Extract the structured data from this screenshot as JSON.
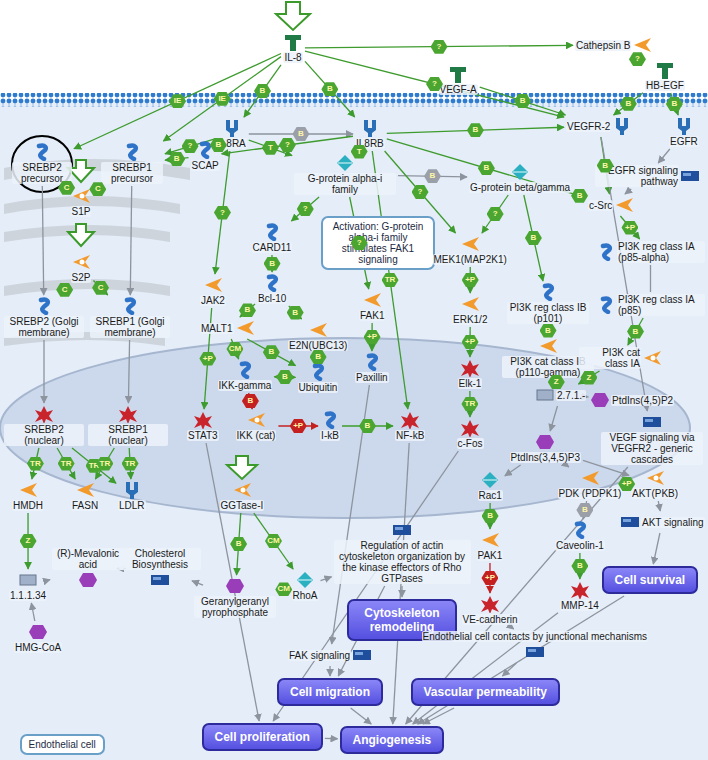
{
  "diagram": {
    "nodes": [
      {
        "text": [
          "IL-8"
        ]
      },
      {
        "text": [
          "Cathepsin B"
        ]
      },
      {
        "text": [
          "HB-EGF"
        ]
      },
      {
        "text": [
          "VEGF-A"
        ]
      },
      {
        "text": [
          "IL8RA"
        ]
      },
      {
        "text": [
          "IL8RB"
        ]
      },
      {
        "text": [
          "VEGFR-2"
        ]
      },
      {
        "text": [
          "EGFR"
        ]
      },
      {
        "text": [
          "SREBP2 precursor"
        ]
      },
      {
        "text": [
          "SREBP1 precursor"
        ]
      },
      {
        "text": [
          "SCAP"
        ]
      },
      {
        "text": [
          "G-protein alpha-i family"
        ]
      },
      {
        "text": [
          "EGFR signaling pathway"
        ]
      },
      {
        "text": [
          "S1P"
        ]
      },
      {
        "text": [
          "G-protein beta/gamma"
        ]
      },
      {
        "text": [
          "c-Src"
        ]
      },
      {
        "text": [
          "CARD11"
        ]
      },
      {
        "text": [
          "Activation: G-protein alpha-i family stimulates FAK1 signaling"
        ]
      },
      {
        "text": [
          "MEK1(MAP2K1)"
        ]
      },
      {
        "text": [
          "PI3K reg class IA (p85-alpha)"
        ]
      },
      {
        "text": [
          "JAK2"
        ]
      },
      {
        "text": [
          "Bcl-10"
        ]
      },
      {
        "text": [
          "S2P"
        ]
      },
      {
        "text": [
          "SREBP2 (Golgi membrane)"
        ]
      },
      {
        "text": [
          "SREBP1 (Golgi membrane)"
        ]
      },
      {
        "text": [
          "MALT1"
        ]
      },
      {
        "text": [
          "E2N(UBC13)"
        ]
      },
      {
        "text": [
          "FAK1"
        ]
      },
      {
        "text": [
          "PI3K reg class IB (p101)"
        ]
      },
      {
        "text": [
          "ERK1/2"
        ]
      },
      {
        "text": [
          "PI3K reg class IA (p85)"
        ]
      },
      {
        "text": [
          "IKK-gamma"
        ]
      },
      {
        "text": [
          "Ubiquitin"
        ]
      },
      {
        "text": [
          "Paxillin"
        ]
      },
      {
        "text": [
          "PI3K cat class IB (p110-gamma)"
        ]
      },
      {
        "text": [
          "PI3K cat class IA"
        ]
      },
      {
        "text": [
          "Elk-1"
        ]
      },
      {
        "text": [
          "2.7.1.-"
        ]
      },
      {
        "text": [
          "PtdIns(4,5)P2"
        ]
      },
      {
        "text": [
          "SREBP2 (nuclear)"
        ]
      },
      {
        "text": [
          "SREBP1 (nuclear)"
        ]
      },
      {
        "text": [
          "STAT3"
        ]
      },
      {
        "text": [
          "IKK (cat)"
        ]
      },
      {
        "text": [
          "I-kB"
        ]
      },
      {
        "text": [
          "NF-kB"
        ]
      },
      {
        "text": [
          "c-Fos"
        ]
      },
      {
        "text": [
          "PtdIns(3,4,5)P3"
        ]
      },
      {
        "text": [
          "VEGF signaling via VEGFR2 - generic cascades"
        ]
      },
      {
        "text": [
          "HMDH"
        ]
      },
      {
        "text": [
          "FASN"
        ]
      },
      {
        "text": [
          "LDLR"
        ]
      },
      {
        "text": [
          "GGTase-I"
        ]
      },
      {
        "text": [
          "Rac1"
        ]
      },
      {
        "text": [
          "PDK (PDPK1)"
        ]
      },
      {
        "text": [
          "AKT(PKB)"
        ]
      },
      {
        "text": [
          "AKT signaling"
        ]
      },
      {
        "text": [
          "(R)-Mevalonic acid"
        ]
      },
      {
        "text": [
          "1.1.1.34"
        ]
      },
      {
        "text": [
          "Cholesterol Biosynthesis"
        ]
      },
      {
        "text": [
          "HMG-CoA"
        ]
      },
      {
        "text": [
          "Geranylgeranyl pyrophosphate"
        ]
      },
      {
        "text": [
          "RhoA"
        ]
      },
      {
        "text": [
          "Regulation of actin cytoskeleton organization by the kinase effectors of Rho GTPases"
        ]
      },
      {
        "text": [
          "PAK1"
        ]
      },
      {
        "text": [
          "Caveolin-1"
        ]
      },
      {
        "text": [
          "Cell survival"
        ]
      },
      {
        "text": [
          "Cytoskeleton remodeling"
        ]
      },
      {
        "text": [
          "VE-cadherin"
        ]
      },
      {
        "text": [
          "MMP-14"
        ]
      },
      {
        "text": [
          "Endothelial cell contacts by junctional mechanisms"
        ]
      },
      {
        "text": [
          "FAK signaling"
        ]
      },
      {
        "text": [
          "Cell migration"
        ]
      },
      {
        "text": [
          "Vascular permeability"
        ]
      },
      {
        "text": [
          "Cell proliferation"
        ]
      },
      {
        "text": [
          "Angiogenesis"
        ]
      },
      {
        "text": [
          "Endothelial cell"
        ]
      }
    ],
    "edges": [
      {
        "from": 0,
        "to": 4,
        "label": "B",
        "arrow": "to"
      },
      {
        "from": 0,
        "to": 5,
        "label": "B",
        "arrow": "to"
      },
      {
        "from": 4,
        "to": 5,
        "label": "B",
        "arrow": "to"
      },
      {
        "from": 0,
        "to": 8,
        "label": "IE",
        "arrow": "to"
      },
      {
        "from": 0,
        "to": 9,
        "label": "IE",
        "arrow": "to"
      },
      {
        "from": 0,
        "to": 1,
        "label": "?",
        "arrow": "to"
      },
      {
        "from": 1,
        "to": 2,
        "label": "?",
        "arrow": "to"
      },
      {
        "from": 2,
        "to": 7,
        "label": "B",
        "arrow": "to"
      },
      {
        "from": 2,
        "to": 6,
        "label": "B",
        "arrow": "to"
      },
      {
        "from": 3,
        "to": 6,
        "label": "B",
        "arrow": "to"
      },
      {
        "from": 0,
        "to": 6,
        "label": "?",
        "arrow": "to"
      },
      {
        "from": 5,
        "to": 6,
        "label": "B",
        "arrow": "to"
      },
      {
        "from": 4,
        "to": 10,
        "label": "B",
        "arrow": "to"
      },
      {
        "from": 5,
        "to": 10,
        "label": "?",
        "arrow": "to"
      },
      {
        "from": 4,
        "to": 9,
        "label": "?",
        "arrow": "to"
      },
      {
        "from": 4,
        "to": 11,
        "label": "T",
        "arrow": "to"
      },
      {
        "from": 5,
        "to": 11,
        "label": "T",
        "arrow": "to"
      },
      {
        "from": 11,
        "to": 14,
        "label": "B",
        "arrow": "to"
      },
      {
        "from": 5,
        "to": 15,
        "label": "B",
        "arrow": "to"
      },
      {
        "from": 6,
        "to": 15,
        "label": "B",
        "arrow": "to"
      },
      {
        "from": 12,
        "to": 15,
        "arrow": "to"
      },
      {
        "from": 7,
        "to": 12,
        "arrow": "to"
      },
      {
        "from": 14,
        "to": 15,
        "label": "B",
        "arrow": "to"
      },
      {
        "from": 15,
        "to": 19,
        "label": "+P",
        "arrow": "to"
      },
      {
        "from": 19,
        "to": 30,
        "arrow": "none"
      },
      {
        "from": 30,
        "to": 35,
        "label": "B",
        "arrow": "to"
      },
      {
        "from": 35,
        "to": 37,
        "label": "Z",
        "arrow": "to"
      },
      {
        "from": 14,
        "to": 28,
        "label": "B",
        "arrow": "to"
      },
      {
        "from": 28,
        "to": 34,
        "label": "B",
        "arrow": "to"
      },
      {
        "from": 34,
        "to": 37,
        "label": "Z",
        "arrow": "to"
      },
      {
        "from": 14,
        "to": 18,
        "label": "?",
        "arrow": "to"
      },
      {
        "from": 5,
        "to": 18,
        "label": "?",
        "arrow": "to"
      },
      {
        "from": 18,
        "to": 29,
        "label": "+P",
        "arrow": "to"
      },
      {
        "from": 29,
        "to": 36,
        "label": "+P",
        "arrow": "to"
      },
      {
        "from": 36,
        "to": 45,
        "label": "TR",
        "arrow": "to"
      },
      {
        "from": 5,
        "to": 44,
        "label": "TR",
        "arrow": "to"
      },
      {
        "from": 11,
        "to": 16,
        "label": "?",
        "arrow": "to"
      },
      {
        "from": 16,
        "to": 21,
        "label": "B",
        "arrow": "to"
      },
      {
        "from": 21,
        "to": 25,
        "label": "B",
        "arrow": "to"
      },
      {
        "from": 21,
        "to": 26,
        "label": "B",
        "arrow": "to"
      },
      {
        "from": 25,
        "to": 31,
        "label": "CM",
        "arrow": "to"
      },
      {
        "from": 26,
        "to": 32,
        "label": "B",
        "arrow": "to"
      },
      {
        "from": 25,
        "to": 32,
        "label": "B",
        "arrow": "to"
      },
      {
        "from": 31,
        "to": 32,
        "label": "B",
        "arrow": "both"
      },
      {
        "from": 31,
        "to": 42,
        "label": "B",
        "arrow": "to"
      },
      {
        "from": 42,
        "to": 43,
        "label": "+P",
        "arrow": "to"
      },
      {
        "from": 43,
        "to": 44,
        "label": "B",
        "arrow": "to"
      },
      {
        "from": 11,
        "to": 27,
        "label": "?",
        "arrow": "to"
      },
      {
        "from": 27,
        "to": 33,
        "label": "+P",
        "arrow": "to"
      },
      {
        "from": 4,
        "to": 20,
        "label": "?",
        "arrow": "to"
      },
      {
        "from": 20,
        "to": 41,
        "label": "+P",
        "arrow": "to"
      },
      {
        "from": 13,
        "to": 8,
        "label": "C",
        "arrow": "to"
      },
      {
        "from": 13,
        "to": 9,
        "label": "C",
        "arrow": "to"
      },
      {
        "from": 22,
        "to": 23,
        "label": "C",
        "arrow": "to"
      },
      {
        "from": 22,
        "to": 24,
        "label": "C",
        "arrow": "to"
      },
      {
        "from": 8,
        "to": 23,
        "arrow": "to"
      },
      {
        "from": 9,
        "to": 24,
        "arrow": "to"
      },
      {
        "from": 23,
        "to": 39,
        "arrow": "to"
      },
      {
        "from": 24,
        "to": 40,
        "arrow": "to"
      },
      {
        "from": 10,
        "to": 9,
        "label": "B",
        "arrow": "to"
      },
      {
        "from": 39,
        "to": 48,
        "label": "TR",
        "arrow": "to"
      },
      {
        "from": 39,
        "to": 49,
        "label": "TR",
        "arrow": "to"
      },
      {
        "from": 39,
        "to": 50,
        "label": "TR",
        "arrow": "to"
      },
      {
        "from": 40,
        "to": 49,
        "label": "TR",
        "arrow": "to"
      },
      {
        "from": 40,
        "to": 50,
        "label": "TR",
        "arrow": "to"
      },
      {
        "from": 48,
        "to": 57,
        "label": "Z",
        "arrow": "to"
      },
      {
        "from": 59,
        "to": 57,
        "arrow": "to"
      },
      {
        "from": 57,
        "to": 56,
        "arrow": "to"
      },
      {
        "from": 56,
        "to": 58,
        "arrow": "to"
      },
      {
        "from": 58,
        "to": 60,
        "arrow": "to"
      },
      {
        "from": 51,
        "to": 60,
        "label": "B",
        "arrow": "to"
      },
      {
        "from": 51,
        "to": 61,
        "label": "CM",
        "arrow": "to"
      },
      {
        "from": 60,
        "to": 61,
        "label": "CM",
        "arrow": "to"
      },
      {
        "from": 61,
        "to": 62,
        "arrow": "to"
      },
      {
        "from": 38,
        "to": 37,
        "arrow": "to"
      },
      {
        "from": 37,
        "to": 46,
        "arrow": "to"
      },
      {
        "from": 46,
        "to": 52,
        "arrow": "to"
      },
      {
        "from": 46,
        "to": 53,
        "arrow": "to"
      },
      {
        "from": 46,
        "to": 54,
        "arrow": "to"
      },
      {
        "from": 53,
        "to": 54,
        "label": "+P",
        "arrow": "to"
      },
      {
        "from": 54,
        "to": 55,
        "arrow": "to"
      },
      {
        "from": 55,
        "to": 65,
        "arrow": "to"
      },
      {
        "from": 53,
        "to": 64,
        "label": "B",
        "arrow": "to"
      },
      {
        "from": 64,
        "to": 68,
        "label": "B",
        "arrow": "to"
      },
      {
        "from": 52,
        "to": 63,
        "label": "B",
        "arrow": "to"
      },
      {
        "from": 63,
        "to": 67,
        "label": "+P",
        "arrow": "to"
      },
      {
        "from": 62,
        "to": 66,
        "arrow": "to"
      },
      {
        "from": 62,
        "to": 71,
        "arrow": "to"
      },
      {
        "from": 70,
        "to": 71,
        "arrow": "to"
      },
      {
        "from": 67,
        "to": 69,
        "arrow": "to"
      },
      {
        "from": 69,
        "to": 72,
        "arrow": "to"
      },
      {
        "from": 71,
        "to": 74,
        "arrow": "to"
      },
      {
        "from": 72,
        "to": 74,
        "arrow": "to"
      },
      {
        "from": 73,
        "to": 74,
        "arrow": "to"
      },
      {
        "from": 65,
        "to": 74,
        "arrow": "to"
      },
      {
        "from": 68,
        "to": 74,
        "arrow": "to"
      },
      {
        "from": 6,
        "to": 47,
        "arrow": "to"
      },
      {
        "from": 47,
        "to": 74,
        "arrow": "to"
      },
      {
        "from": 41,
        "to": 73,
        "arrow": "to"
      },
      {
        "from": 45,
        "to": 73,
        "arrow": "to"
      },
      {
        "from": 44,
        "to": 74,
        "arrow": "to"
      },
      {
        "from": 33,
        "to": 70,
        "arrow": "to"
      }
    ]
  }
}
